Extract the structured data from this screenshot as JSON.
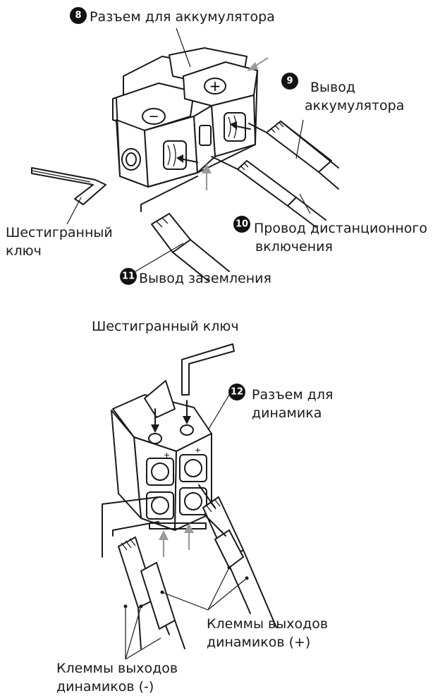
{
  "callouts": {
    "battery_connector": {
      "number": "8",
      "label": "Разъем для аккумулятора"
    },
    "battery_lead": {
      "number": "9",
      "label_line1": "Вывод",
      "label_line2": "аккумулятора"
    },
    "remote_wire": {
      "number": "10",
      "label_line1": "Провод дистанционного",
      "label_line2": "включения"
    },
    "ground_lead": {
      "number": "11",
      "label": "Вывод заземления"
    },
    "speaker_connector": {
      "number": "12",
      "label_line1": "Разъем для",
      "label_line2": "динамика"
    }
  },
  "labels": {
    "hex_key_top_line1": "Шестигранный",
    "hex_key_top_line2": "ключ",
    "hex_key_bottom": "Шестигранный ключ",
    "speaker_plus_line1": "Клеммы выходов",
    "speaker_plus_line2": "динамиков (+)",
    "speaker_minus_line1": "Клеммы выходов",
    "speaker_minus_line2": "динамиков (-)"
  },
  "symbols": {
    "plus": "+",
    "minus": "−"
  },
  "colors": {
    "ink": "#1a1a1a",
    "arrow_gray": "#9a9a9a",
    "background": "#ffffff"
  }
}
